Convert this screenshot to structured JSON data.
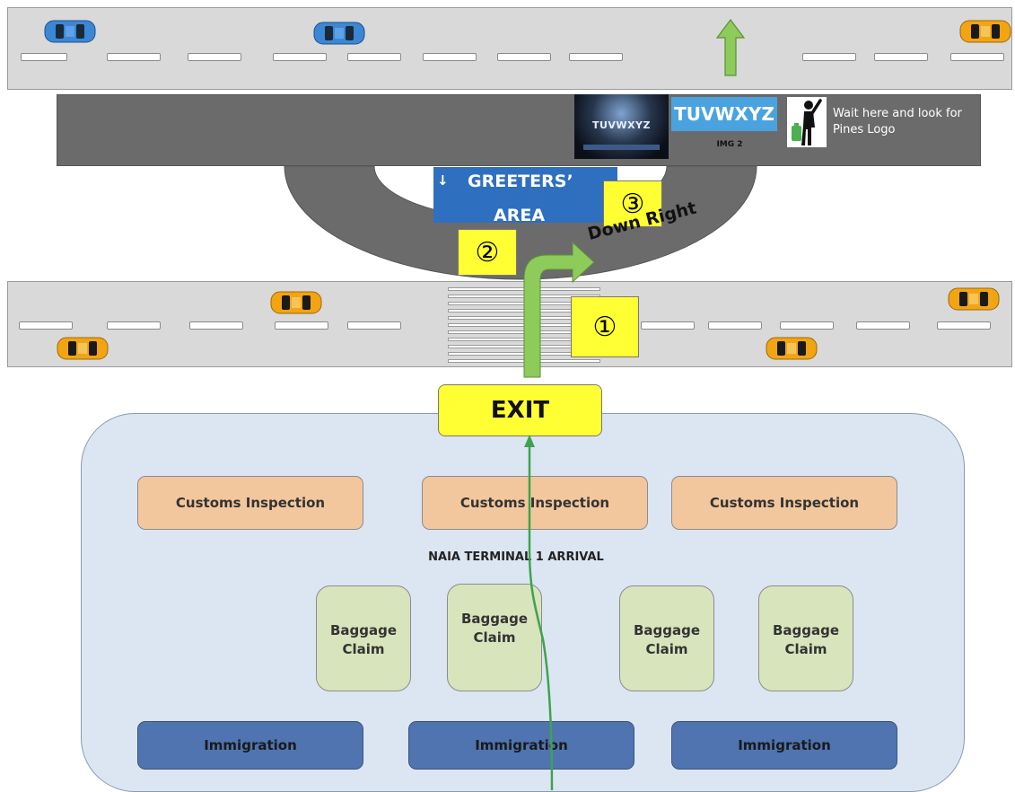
{
  "pickup": {
    "brand_label": "TUVWXYZ",
    "img_caption": "IMG 2",
    "photo_text": "TUVWXYZ",
    "instruction": "Wait here and look for Pines Logo"
  },
  "greeters_area": {
    "label_line1": "GREETERS’",
    "label_line2": "AREA",
    "arrow_glyph": "↓"
  },
  "route": {
    "direction_label": "Down Right",
    "steps": [
      "①",
      "②",
      "③"
    ]
  },
  "exit_label": "EXIT",
  "terminal": {
    "title": "NAIA TERMINAL 1 ARRIVAL",
    "customs": [
      "Customs Inspection",
      "Customs Inspection",
      "Customs Inspection"
    ],
    "baggage": [
      "Baggage\nClaim",
      "Baggage\nClaim",
      "Baggage\nClaim",
      "Baggage\nClaim"
    ],
    "immigration": [
      "Immigration",
      "Immigration",
      "Immigration"
    ]
  },
  "colors": {
    "road": "#d9d9d9",
    "pickup_band": "#6b6b6b",
    "greeters_sign": "#2f6fbf",
    "route_arrow": "#8dcb5a",
    "step_marker": "#ffff33",
    "terminal_bg": "#dce6f2",
    "customs": "#f3c79d",
    "baggage": "#d8e4bc",
    "immigration": "#4f74b0",
    "taxi": "#f2a413",
    "blue_car": "#3b87d6"
  },
  "icons": [
    "car-icon",
    "taxi-icon",
    "person-with-luggage-icon",
    "up-arrow-icon",
    "route-arrow-icon",
    "down-arrow-icon"
  ]
}
